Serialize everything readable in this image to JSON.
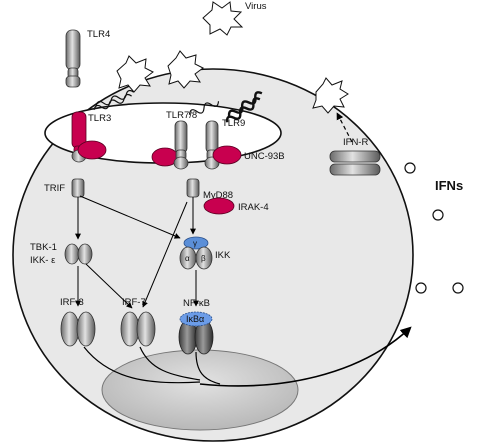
{
  "labels": {
    "virus": "Virus",
    "tlr4": "TLR4",
    "tlr3": "TLR3",
    "tlr78": "TLR7/8",
    "tlr9": "TLR9",
    "unc93b": "UNC-93B",
    "trif": "TRIF",
    "myd88": "MyD88",
    "irak4": "IRAK-4",
    "tbk1": "TBK-1",
    "ikke": "IKK- ε",
    "gamma": "γ",
    "alpha": "α",
    "beta": "β",
    "ikk": "IKK",
    "irf3": "IRF-3",
    "irf7": "IRF-7",
    "nfkb": "NF-κB",
    "ikba": "IκBα",
    "ifnr": "IFN-R",
    "ifns": "IFNs"
  },
  "colors": {
    "membrane_fill": "#e8e8e8",
    "receptor_accent": "#c8004f",
    "ikk_gamma_blue": "#5b8fd8",
    "ikba_blue": "#6b9ce8",
    "nucleus_fill": "#cfcfcf"
  }
}
